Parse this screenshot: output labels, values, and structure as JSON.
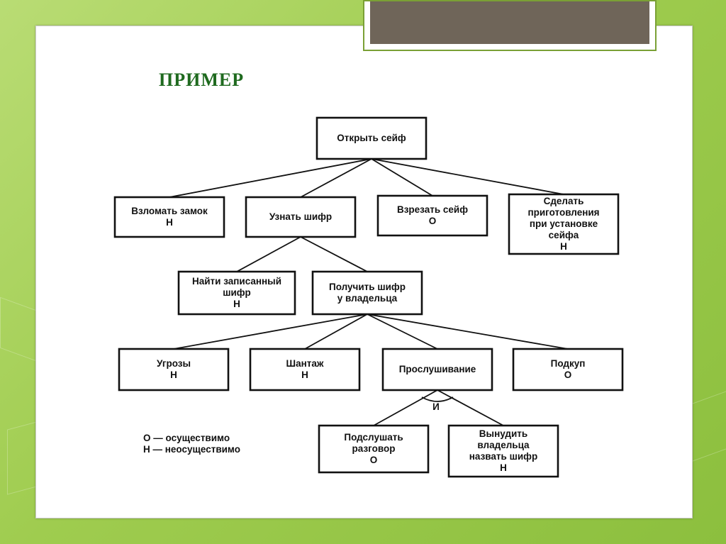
{
  "heading": "ПРИМЕР",
  "colors": {
    "background": "#9fcc4f",
    "title_bar": "#6f6559",
    "heading": "#1f6a1f"
  },
  "diagram": {
    "nodes": [
      {
        "id": "root",
        "lines": [
          "Открыть сейф"
        ]
      },
      {
        "id": "lock",
        "lines": [
          "Взломать замок",
          "Н"
        ]
      },
      {
        "id": "learn",
        "lines": [
          "Узнать шифр"
        ]
      },
      {
        "id": "cut",
        "lines": [
          "Взрезать сейф",
          "О"
        ]
      },
      {
        "id": "prep",
        "lines": [
          "Сделать",
          "приготовления",
          "при установке",
          "сейфа",
          "Н"
        ]
      },
      {
        "id": "find",
        "lines": [
          "Найти записанный",
          "шифр",
          "Н"
        ]
      },
      {
        "id": "owner",
        "lines": [
          "Получить шифр",
          "у владельца"
        ]
      },
      {
        "id": "threat",
        "lines": [
          "Угрозы",
          "Н"
        ]
      },
      {
        "id": "blackmail",
        "lines": [
          "Шантаж",
          "Н"
        ]
      },
      {
        "id": "listen",
        "lines": [
          "Прослушивание"
        ]
      },
      {
        "id": "bribe",
        "lines": [
          "Подкуп",
          "О"
        ]
      },
      {
        "id": "overhear",
        "lines": [
          "Подслушать",
          "разговор",
          "О"
        ]
      },
      {
        "id": "force",
        "lines": [
          "Вынудить",
          "владельца",
          "назвать шифр",
          "Н"
        ]
      }
    ],
    "edges": [
      [
        "root",
        "lock"
      ],
      [
        "root",
        "learn"
      ],
      [
        "root",
        "cut"
      ],
      [
        "root",
        "prep"
      ],
      [
        "learn",
        "find"
      ],
      [
        "learn",
        "owner"
      ],
      [
        "owner",
        "threat"
      ],
      [
        "owner",
        "blackmail"
      ],
      [
        "owner",
        "listen"
      ],
      [
        "owner",
        "bribe"
      ],
      [
        "listen",
        "overhear"
      ],
      [
        "listen",
        "force"
      ]
    ],
    "and_label": "И",
    "legend": [
      "О — осуществимо",
      "Н — неосуществимо"
    ]
  }
}
